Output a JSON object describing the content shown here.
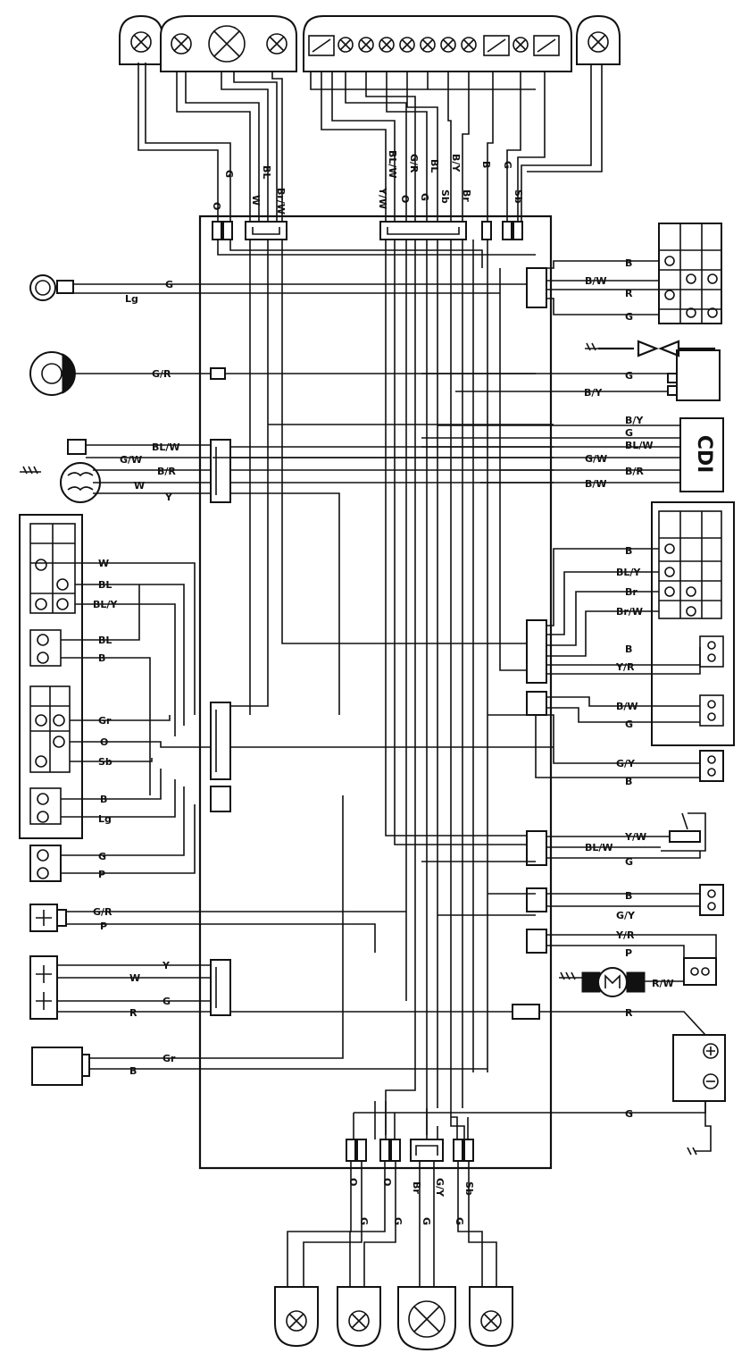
{
  "connectors": {
    "top_left": [
      "O",
      "G",
      "W",
      "BL",
      "Br/W"
    ],
    "top_right": [
      "BL/W",
      "Y/W",
      "O",
      "G/R",
      "G",
      "BL",
      "Sb",
      "B/Y",
      "Br",
      "B",
      "G",
      "Sb"
    ],
    "bottom": [
      "O",
      "G",
      "O",
      "G",
      "Br",
      "G",
      "G/Y",
      "Sb",
      "G"
    ]
  },
  "wires_left": [
    "G",
    "Lg",
    "G/R",
    "BL/W",
    "G/W",
    "B/R",
    "W",
    "Y",
    "W",
    "BL",
    "BL/Y",
    "BL",
    "B",
    "Gr",
    "O",
    "Sb",
    "B",
    "Lg",
    "G",
    "P",
    "G/R",
    "P",
    "Y",
    "W",
    "G",
    "R",
    "Gr",
    "B"
  ],
  "wires_right": [
    "B",
    "B/W",
    "R",
    "G",
    "G",
    "B/Y",
    "B/Y",
    "G",
    "BL/W",
    "G/W",
    "B/R",
    "B/W",
    "B",
    "BL/Y",
    "Br",
    "Br/W",
    "B",
    "Y/R",
    "B/W",
    "G",
    "G/Y",
    "B",
    "Y/W",
    "BL/W",
    "G",
    "B",
    "G/Y",
    "Y/R",
    "P",
    "R/W",
    "R",
    "G"
  ],
  "cdi_label": "CDI"
}
